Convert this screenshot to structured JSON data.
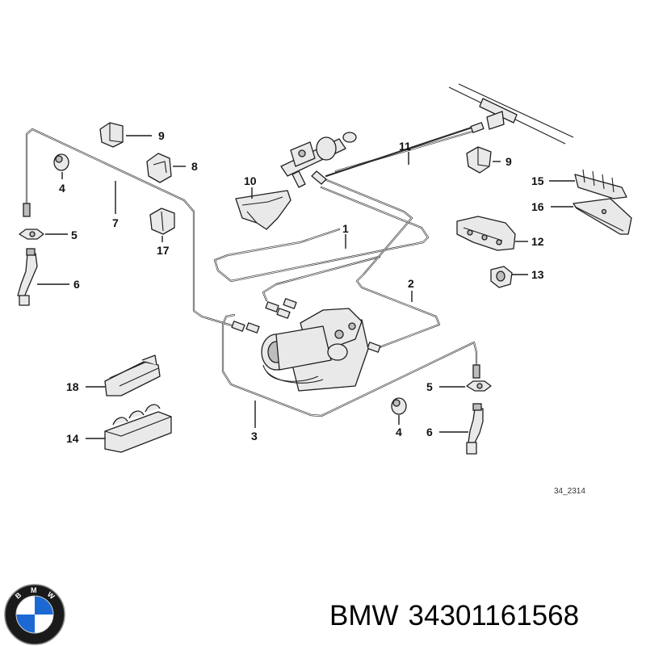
{
  "diagram": {
    "callouts": [
      "1",
      "2",
      "3",
      "4",
      "4",
      "5",
      "5",
      "6",
      "6",
      "7",
      "8",
      "9",
      "9",
      "10",
      "11",
      "12",
      "13",
      "14",
      "15",
      "16",
      "17",
      "18"
    ],
    "reference_code": "34_2314"
  },
  "footer": {
    "brand": "BMW",
    "part_number": "34301161568"
  },
  "logo": {
    "letters": [
      "B",
      "M",
      "W"
    ],
    "colors": {
      "ring": "#1a1a1a",
      "quadrant_blue": "#1c69d4",
      "quadrant_white": "#ffffff"
    }
  }
}
